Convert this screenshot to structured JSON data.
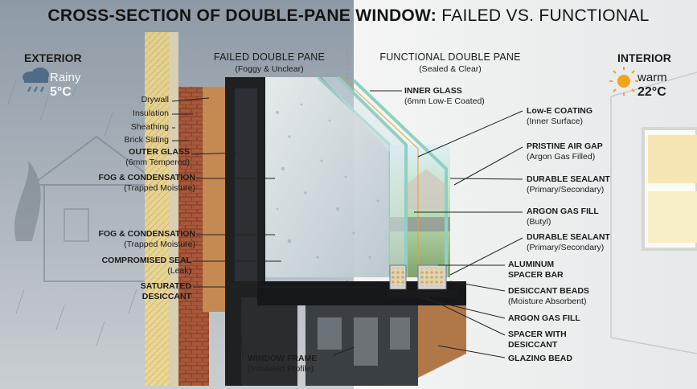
{
  "title": {
    "bold": "CROSS-SECTION OF DOUBLE-PANE WINDOW:",
    "light": "FAILED VS. FUNCTIONAL"
  },
  "exterior": {
    "heading": "EXTERIOR",
    "condition": "Rainy",
    "temp": "5°C",
    "icon": "rain-cloud-icon"
  },
  "interior": {
    "heading": "INTERIOR",
    "condition": "warm",
    "temp": "22°C",
    "icon": "sun-icon"
  },
  "failed_header": {
    "title": "FAILED DOUBLE PANE",
    "subtitle": "(Foggy & Unclear)"
  },
  "functional_header": {
    "title": "FUNCTIONAL DOUBLE PANE",
    "subtitle": "(Sealed & Clear)"
  },
  "wall_layers": [
    "Drywall",
    "Insulation",
    "Sheathing",
    "Brick Siding"
  ],
  "left_callouts": [
    {
      "main": "OUTER GLASS",
      "sub": "(6mm Tempered)"
    },
    {
      "main": "FOG & CONDENSATION",
      "sub": "(Trapped Moisture)"
    },
    {
      "main": "FOG & CONDENSATION",
      "sub": "(Trapped Moisture)"
    },
    {
      "main": "COMPROMISED SEAL",
      "sub": "(Leak)"
    },
    {
      "main": "SATURATED",
      "sub": "DESICCANT"
    }
  ],
  "bottom_callout": {
    "main": "WINDOW FRAME",
    "sub": "(Insulated Profile)"
  },
  "inner_glass": {
    "main": "INNER GLASS",
    "sub": "(6mm Low-E Coated)"
  },
  "right_callouts": [
    {
      "main": "Low-E COATING",
      "sub": "(Inner Surface)"
    },
    {
      "main": "PRISTINE AIR GAP",
      "sub": "(Argon Gas Filled)"
    },
    {
      "main": "DURABLE SEALANT",
      "sub": "(Primary/Secondary)"
    },
    {
      "main": "ARGON GAS FILL",
      "sub": "(Butyl)"
    },
    {
      "main": "DURABLE SEALANT",
      "sub": "(Primary/Secondary)"
    },
    {
      "main": "ALUMINUM",
      "sub": "SPACER BAR"
    },
    {
      "main": "DESICCANT BEADS",
      "sub": "(Moisture Absorbent)"
    },
    {
      "main": "ARGON GAS FILL",
      "sub": ""
    },
    {
      "main": "SPACER WITH",
      "sub": "DESICCANT"
    },
    {
      "main": "GLAZING BEAD",
      "sub": ""
    }
  ],
  "colors": {
    "exterior_sky": "#b7c0c8",
    "interior_wall": "#eef0f0",
    "brick": "#a4563a",
    "wood": "#c58a52",
    "frame": "#1e2022",
    "glass_edge": "#8fd0c4",
    "glass_tint": "#d8e6ea",
    "sun": "#f2a21b",
    "cloud": "#4f6b86"
  }
}
